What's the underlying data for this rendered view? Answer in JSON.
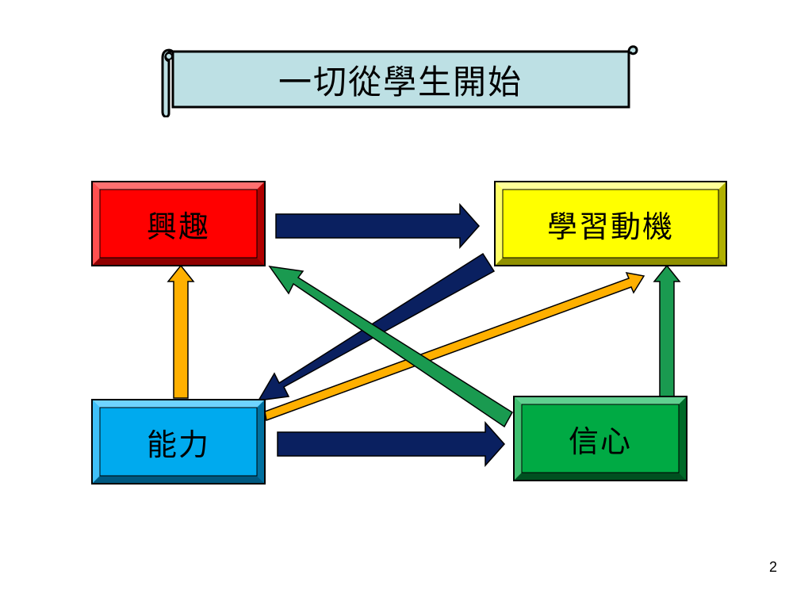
{
  "title": "一切從學生開始",
  "nodes": {
    "interest": {
      "label": "興趣",
      "color": "#ff0000"
    },
    "motivation": {
      "label": "學習動機",
      "color": "#ffff00"
    },
    "ability": {
      "label": "能力",
      "color": "#00aaee"
    },
    "confidence": {
      "label": "信心",
      "color": "#00aa44"
    }
  },
  "edges": [
    {
      "from": "興趣",
      "to": "學習動機",
      "color": "#0a2060"
    },
    {
      "from": "學習動機",
      "to": "能力",
      "color": "#0a2060"
    },
    {
      "from": "能力",
      "to": "信心",
      "color": "#0a2060"
    },
    {
      "from": "能力",
      "to": "興趣",
      "color": "#ffb000"
    },
    {
      "from": "能力",
      "to": "學習動機",
      "color": "#ffb000"
    },
    {
      "from": "信心",
      "to": "興趣",
      "color": "#1a9a50"
    },
    {
      "from": "信心",
      "to": "學習動機",
      "color": "#1a9a50"
    }
  ],
  "page_number": "2"
}
